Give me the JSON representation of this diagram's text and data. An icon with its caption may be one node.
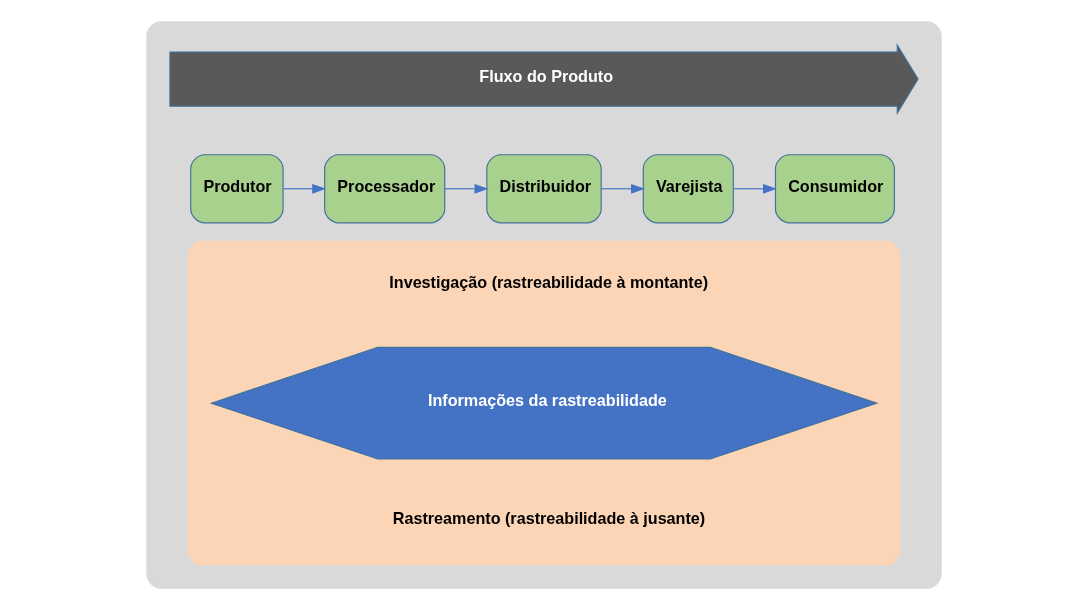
{
  "diagram": {
    "nodes": [
      {
        "text": [],
        "shape": "box"
      },
      {
        "text": [
          "Fluxo do Produto"
        ],
        "in": 0
      },
      {
        "text": [
          "Produtor"
        ],
        "in": 0
      },
      {
        "text": [
          "Processador"
        ],
        "in": 0
      },
      {
        "text": [
          "Distribuidor"
        ],
        "in": 0
      },
      {
        "text": [
          "Varejista"
        ],
        "in": 0
      },
      {
        "text": [
          "Consumidor"
        ],
        "in": 0
      },
      {
        "text": [],
        "shape": "box",
        "in": 0
      },
      {
        "text": [
          "Informações da rastreabilidade"
        ],
        "in": 7
      }
    ],
    "edges": [
      {
        "from": 2,
        "to": 3,
        "arrow": "to"
      },
      {
        "from": 3,
        "to": 4,
        "arrow": "to"
      },
      {
        "from": 4,
        "to": 5,
        "arrow": "to"
      },
      {
        "from": 5,
        "to": 6,
        "arrow": "to"
      }
    ],
    "labels": [
      "Investigação (rastreabilidade à montante)",
      "Rastreamento (rastreabilidade à jusante)"
    ]
  }
}
